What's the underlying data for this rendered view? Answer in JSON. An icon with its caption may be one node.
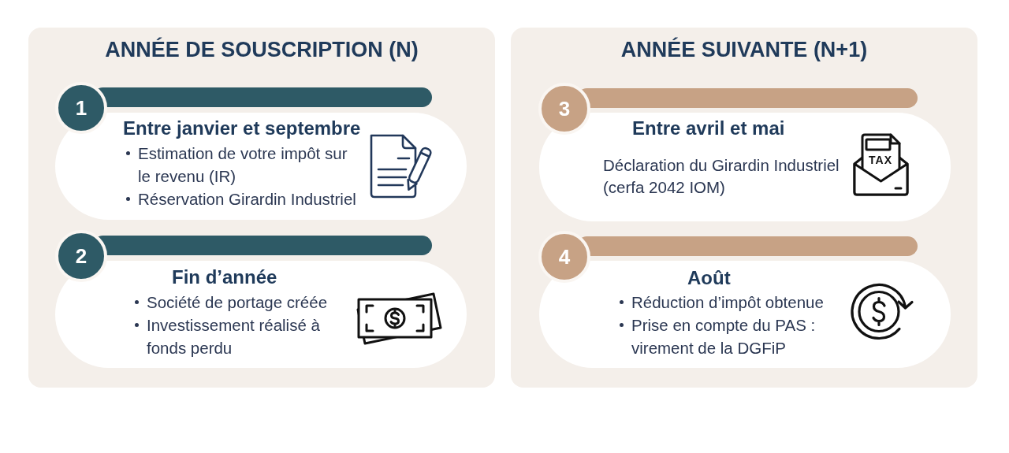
{
  "diagram": {
    "nodes": [
      {
        "text": [
          "ANNÉE DE SOUSCRIPTION (N)"
        ]
      },
      {
        "text": [
          "1"
        ],
        "in": 0
      },
      {
        "text": [
          "Entre janvier et septembre",
          "Estimation de votre impôt sur le revenu (IR)",
          "Réservation Girardin Industriel"
        ],
        "in": 0
      },
      {
        "text": [
          "2"
        ],
        "in": 0
      },
      {
        "text": [
          "Fin d’année",
          "Société de portage créée",
          "Investissement réalisé à fonds perdu"
        ],
        "in": 0
      },
      {
        "text": [
          "ANNÉE SUIVANTE (N+1)"
        ]
      },
      {
        "text": [
          "3"
        ],
        "in": 5
      },
      {
        "text": [
          "Entre avril et mai",
          "Déclaration du Girardin Industriel (cerfa 2042 IOM)"
        ],
        "in": 5
      },
      {
        "text": [
          "4"
        ],
        "in": 5
      },
      {
        "text": [
          "Août",
          "Réduction d’impôt obtenue",
          "Prise en compte du PAS : virement de la DGFiP"
        ],
        "in": 5
      }
    ],
    "labels": [
      "TAX"
    ]
  }
}
